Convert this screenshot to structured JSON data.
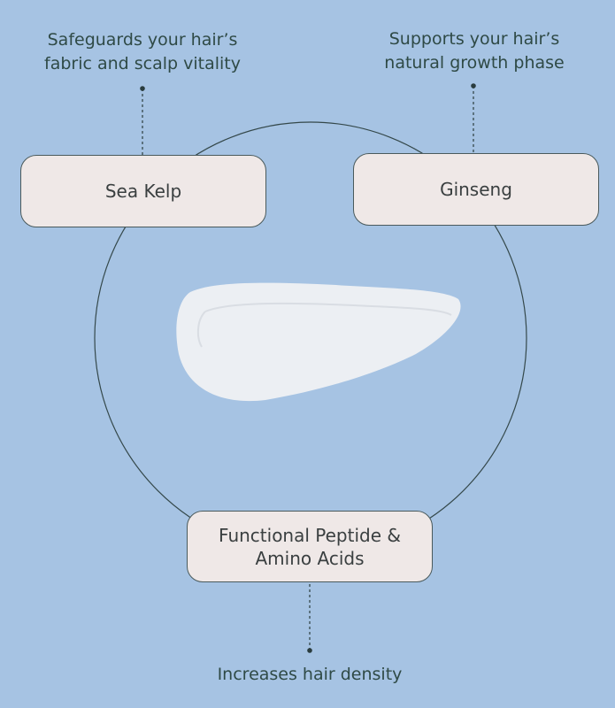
{
  "ingredients": [
    {
      "name": "Sea Kelp",
      "benefit": [
        "Safeguards your hair’s",
        "fabric and scalp vitality"
      ]
    },
    {
      "name": "Ginseng",
      "benefit": [
        "Supports your hair’s",
        "natural growth phase"
      ]
    },
    {
      "name": [
        "Functional Peptide &",
        "Amino Acids"
      ],
      "benefit": [
        "Increases hair density"
      ]
    }
  ],
  "colors": {
    "background": "#a6c3e3",
    "box": "#efe8e7",
    "text": "#2f4a46"
  }
}
